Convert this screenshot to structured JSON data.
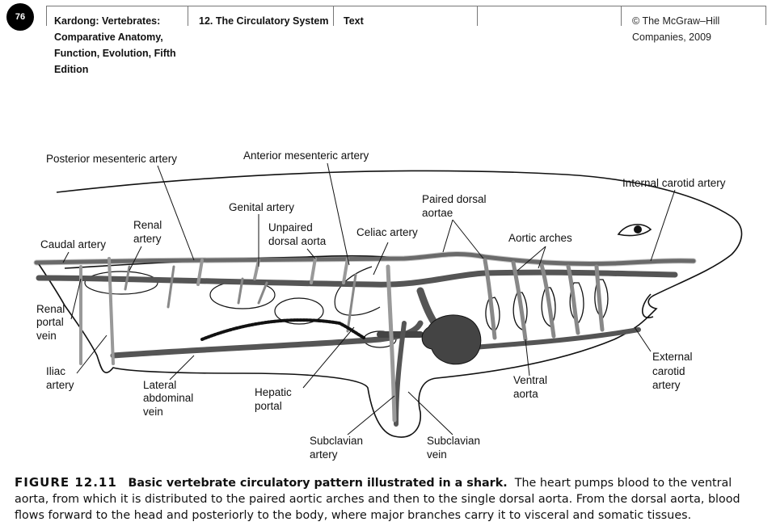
{
  "header": {
    "page_number": "76",
    "book_title_lines": [
      "Kardong: Vertebrates:",
      "Comparative Anatomy,",
      "Function, Evolution, Fifth",
      "Edition"
    ],
    "chapter": "12. The Circulatory System",
    "section": "Text",
    "copyright_lines": [
      "© The McGraw–Hill",
      "Companies, 2009"
    ]
  },
  "labels": {
    "posterior_mesenteric": "Posterior mesenteric artery",
    "anterior_mesenteric": "Anterior mesenteric artery",
    "internal_carotid": "Internal carotid artery",
    "genital": "Genital artery",
    "paired_dorsal_1": "Paired dorsal",
    "paired_dorsal_2": "aortae",
    "renal_artery_1": "Renal",
    "renal_artery_2": "artery",
    "unpaired_1": "Unpaired",
    "unpaired_2": "dorsal aorta",
    "celiac": "Celiac artery",
    "aortic_arches": "Aortic arches",
    "caudal": "Caudal artery",
    "renal_portal_1": "Renal",
    "renal_portal_2": "portal",
    "renal_portal_3": "vein",
    "iliac_1": "Iliac",
    "iliac_2": "artery",
    "lateral_1": "Lateral",
    "lateral_2": "abdominal",
    "lateral_3": "vein",
    "hepatic_1": "Hepatic",
    "hepatic_2": "portal",
    "ventral_1": "Ventral",
    "ventral_2": "aorta",
    "external_1": "External",
    "external_2": "carotid",
    "external_3": "artery",
    "subclavian_artery_1": "Subclavian",
    "subclavian_artery_2": "artery",
    "subclavian_vein_1": "Subclavian",
    "subclavian_vein_2": "vein"
  },
  "caption": {
    "number": "FIGURE 12.11",
    "title": "Basic vertebrate circulatory pattern illustrated in a shark.",
    "text": "The heart pumps blood to the ventral aorta, from which it is distributed to the paired aortic arches and then to the single dorsal aorta. From the dorsal aorta, blood flows forward to the head and posteriorly to the body, where major branches carry it to visceral and somatic tissues."
  }
}
